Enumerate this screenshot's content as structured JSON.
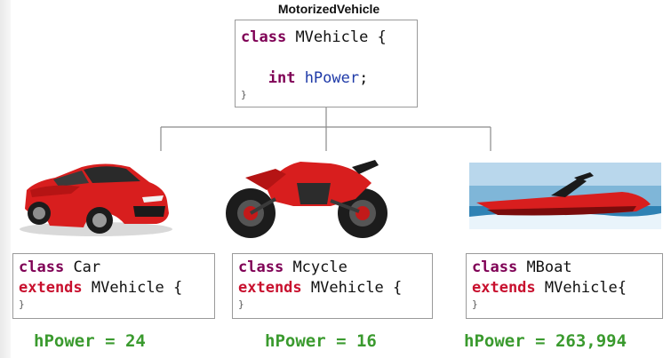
{
  "parent": {
    "title": "MotorizedVehicle",
    "class_keyword": "class",
    "class_name": "MVehicle {",
    "field_type": "int",
    "field_name": "hPower",
    "field_end": ";",
    "close_brace": "}"
  },
  "children": [
    {
      "class_keyword": "class",
      "class_name": "Car",
      "extends_keyword": "extends",
      "extends_rest": "MVehicle {",
      "close_brace": "}",
      "hpower": "hPower = 24",
      "image": "red-sports-car"
    },
    {
      "class_keyword": "class",
      "class_name": "Mcycle",
      "extends_keyword": "extends",
      "extends_rest": "MVehicle {",
      "close_brace": "}",
      "hpower": "hPower = 16",
      "image": "red-motorcycle"
    },
    {
      "class_keyword": "class",
      "class_name": "MBoat",
      "extends_keyword": "extends",
      "extends_rest": "MVehicle{",
      "close_brace": "}",
      "hpower": "hPower = 263,994",
      "image": "red-speedboat"
    }
  ],
  "colors": {
    "keyword_purple": "#7f0055",
    "keyword_red": "#c8102e",
    "field_blue": "#1f3aa8",
    "hpower_green": "#3a9a2e",
    "vehicle_red": "#d81e1e"
  }
}
